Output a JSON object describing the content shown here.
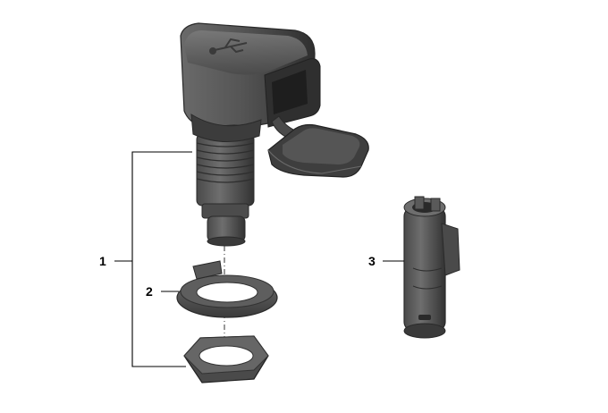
{
  "callouts": [
    {
      "id": "1",
      "label": "1"
    },
    {
      "id": "2",
      "label": "2"
    },
    {
      "id": "3",
      "label": "3"
    }
  ],
  "colors": {
    "part_dark": "#3f3f3f",
    "part_mid": "#5a5a5a",
    "part_light": "#7a7a7a",
    "leader": "#000000"
  }
}
